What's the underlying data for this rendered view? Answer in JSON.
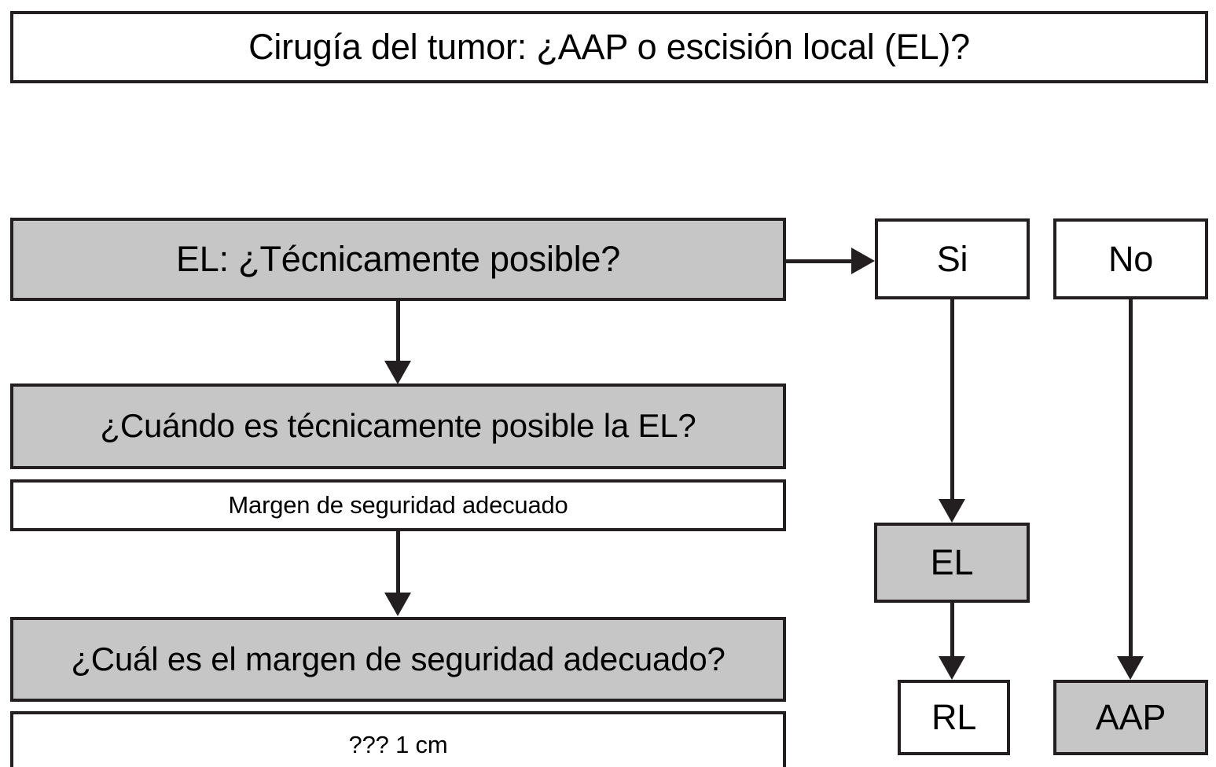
{
  "diagram": {
    "title_box": {
      "text": "Cirugía del tumor: ¿AAP o escisión local (EL)?",
      "fill": "#ffffff",
      "border": "#231f20"
    },
    "nodes": [
      {
        "id": "q1",
        "text": "EL: ¿Técnicamente posible?",
        "fill": "#c6c6c6"
      },
      {
        "id": "si",
        "text": "Si",
        "fill": "#ffffff"
      },
      {
        "id": "no",
        "text": "No",
        "fill": "#ffffff"
      },
      {
        "id": "q2",
        "text": "¿Cuándo es técnicamente posible la EL?",
        "fill": "#c6c6c6"
      },
      {
        "id": "a2",
        "text": "Margen de seguridad adecuado",
        "fill": "#ffffff"
      },
      {
        "id": "q3",
        "text": "¿Cuál es el margen de seguridad adecuado?",
        "fill": "#c6c6c6"
      },
      {
        "id": "a3",
        "text": "??? 1 cm",
        "fill": "#ffffff"
      },
      {
        "id": "el",
        "text": "EL",
        "fill": "#c6c6c6"
      },
      {
        "id": "rl",
        "text": "RL",
        "fill": "#ffffff"
      },
      {
        "id": "aap",
        "text": "AAP",
        "fill": "#c6c6c6"
      }
    ],
    "edges": [
      {
        "from": "q1",
        "to": "si",
        "direction": "right"
      },
      {
        "from": "q1",
        "to": "q2",
        "direction": "down"
      },
      {
        "from": "a2",
        "to": "q3",
        "direction": "down"
      },
      {
        "from": "si",
        "to": "el",
        "direction": "down"
      },
      {
        "from": "el",
        "to": "rl",
        "direction": "down"
      },
      {
        "from": "no",
        "to": "aap",
        "direction": "down"
      }
    ],
    "colors": {
      "line": "#231f20",
      "gray_fill": "#c6c6c6",
      "white_fill": "#ffffff",
      "text": "#000000"
    }
  }
}
